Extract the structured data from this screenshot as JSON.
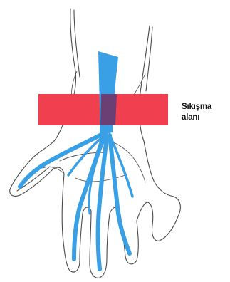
{
  "label": {
    "line1": "Sıkışma",
    "line2": "alanı"
  },
  "colors": {
    "background": "#ffffff",
    "band": "#f0404f",
    "nerve": "#3aa0e6",
    "overlap": "#6b3e74",
    "outline": "#4a4a4a",
    "label_text": "#111111"
  },
  "icons": {
    "hand": "hand-outline-drawing",
    "nerve": "median-nerve-branches",
    "band": "compression-zone-band"
  }
}
